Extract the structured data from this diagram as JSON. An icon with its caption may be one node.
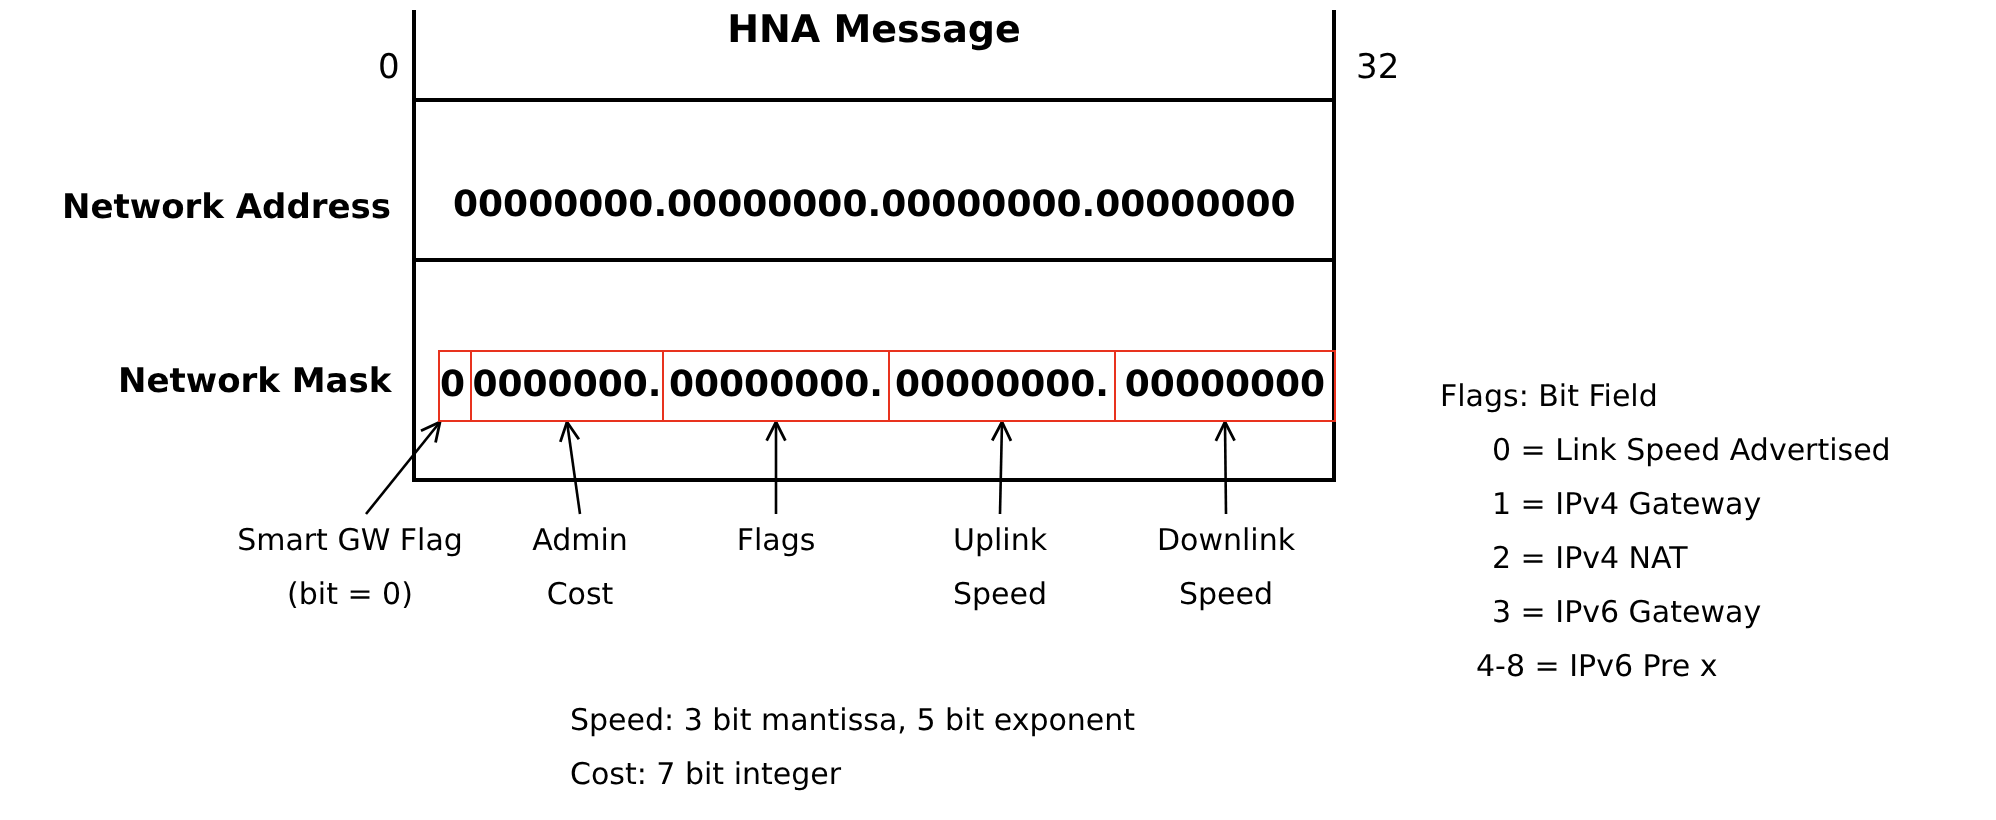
{
  "diagram": {
    "title": "HNA Message",
    "nodes": [
      {
        "text": [
          "0"
        ]
      },
      {
        "text": [
          "0000000."
        ]
      },
      {
        "text": [
          "00000000."
        ]
      },
      {
        "text": [
          "00000000."
        ]
      },
      {
        "text": [
          "00000000"
        ]
      },
      {
        "text": [
          "Smart GW Flag (bit = 0)"
        ]
      },
      {
        "text": [
          "Admin Cost"
        ]
      },
      {
        "text": [
          "Flags"
        ]
      },
      {
        "text": [
          "Uplink Speed"
        ]
      },
      {
        "text": [
          "Downlink Speed"
        ]
      }
    ],
    "edges": [
      {
        "from": 5,
        "to": 0,
        "arrow": "to"
      },
      {
        "from": 6,
        "to": 1,
        "arrow": "to"
      },
      {
        "from": 7,
        "to": 2,
        "arrow": "to"
      },
      {
        "from": 8,
        "to": 3,
        "arrow": "to"
      },
      {
        "from": 9,
        "to": 4,
        "arrow": "to"
      }
    ],
    "labels": [
      "0",
      "32",
      "Network Address",
      "00000000.00000000.00000000.00000000",
      "Network Mask",
      "Flags: Bit Field",
      "0 = Link Speed Advertised",
      "1 = IPv4 Gateway",
      "2 = IPv4 NAT",
      "3 = IPv6 Gateway",
      "4-8 = IPv6 Pre x",
      "Speed: 3 bit mantissa, 5 bit exponent",
      "Cost: 7 bit integer"
    ]
  }
}
